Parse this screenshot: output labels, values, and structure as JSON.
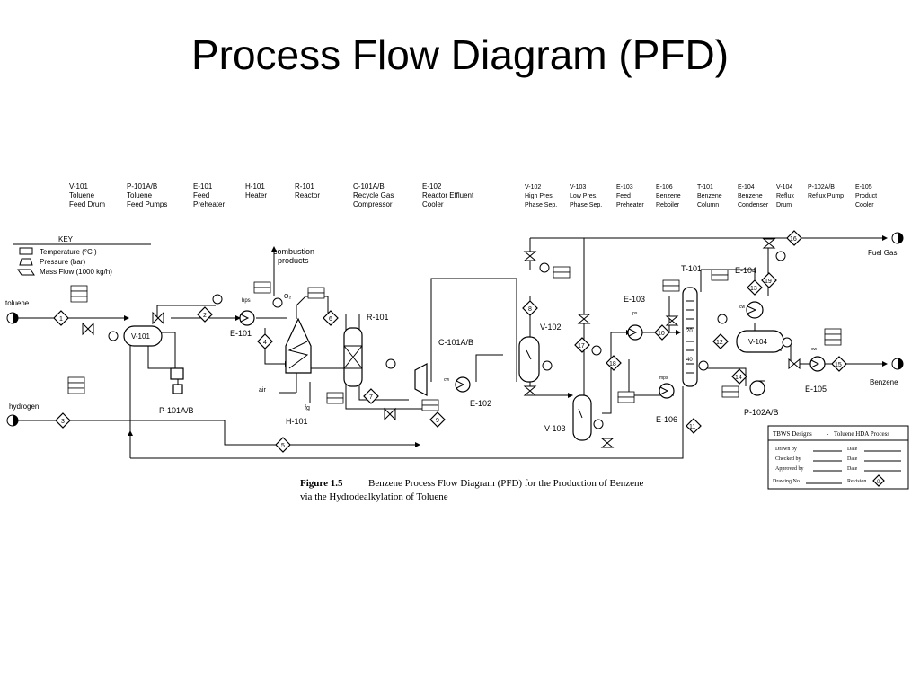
{
  "title": "Process Flow Diagram (PFD)",
  "equipment_left": [
    {
      "tag": "V-101",
      "l1": "Toluene",
      "l2": "Feed Drum"
    },
    {
      "tag": "P-101A/B",
      "l1": "Toluene",
      "l2": "Feed Pumps"
    },
    {
      "tag": "E-101",
      "l1": "Feed",
      "l2": "Preheater"
    },
    {
      "tag": "H-101",
      "l1": "Heater",
      "l2": ""
    },
    {
      "tag": "R-101",
      "l1": "Reactor",
      "l2": ""
    },
    {
      "tag": "C-101A/B",
      "l1": "Recycle Gas",
      "l2": "Compressor"
    },
    {
      "tag": "E-102",
      "l1": "Reactor Effluent",
      "l2": "Cooler"
    }
  ],
  "equipment_right": [
    {
      "tag": "V-102",
      "l1": "High Pres.",
      "l2": "Phase Sep."
    },
    {
      "tag": "V-103",
      "l1": "Low Pres.",
      "l2": "Phase Sep."
    },
    {
      "tag": "E-103",
      "l1": "Feed",
      "l2": "Preheater"
    },
    {
      "tag": "E-106",
      "l1": "Benzene",
      "l2": "Reboiler"
    },
    {
      "tag": "T-101",
      "l1": "Benzene",
      "l2": "Column"
    },
    {
      "tag": "E-104",
      "l1": "Benzene",
      "l2": "Condenser"
    },
    {
      "tag": "V-104",
      "l1": "Reflux",
      "l2": "Drum"
    },
    {
      "tag": "P-102A/B",
      "l1": "Reflux Pump",
      "l2": ""
    },
    {
      "tag": "E-105",
      "l1": "Product",
      "l2": "Cooler"
    }
  ],
  "key": {
    "title": "KEY",
    "temperature": "Temperature (°C )",
    "pressure": "Pressure (bar)",
    "mass_flow": "Mass Flow (1000 kg/h)"
  },
  "labels": {
    "toluene": "toluene",
    "hydrogen": "hydrogen",
    "fuel_gas": "Fuel Gas",
    "benzene": "Benzene",
    "combustion_1": "combustion",
    "combustion_2": "products",
    "air": "air",
    "fg": "fg",
    "o2": "O₂",
    "hps": "hps",
    "mps": "mps",
    "lps": "lps",
    "cw": "cw"
  },
  "equipment_on_diagram": {
    "v101": "V-101",
    "p101": "P-101A/B",
    "e101": "E-101",
    "h101": "H-101",
    "r101": "R-101",
    "c101": "C-101A/B",
    "e102": "E-102",
    "v102": "V-102",
    "v103": "V-103",
    "e103": "E-103",
    "e106": "E-106",
    "t101": "T-101",
    "e104": "E-104",
    "v104": "V-104",
    "p102": "P-102A/B",
    "e105": "E-105"
  },
  "column_trays": {
    "top": "20",
    "bottom": "40"
  },
  "streams": [
    "1",
    "2",
    "3",
    "4",
    "5",
    "6",
    "7",
    "8",
    "9",
    "10",
    "11",
    "12",
    "13",
    "14",
    "15",
    "16",
    "17",
    "18",
    "19"
  ],
  "caption": {
    "figure": "Figure 1.5",
    "line1": "Benzene Process Flow Diagram (PFD) for the Production of Benzene",
    "line2": "via the Hydrodealkylation of Toluene"
  },
  "title_block": {
    "company": "TBWS Designs",
    "dash": "-",
    "project": "Toluene HDA Process",
    "drawn_by": "Drawn by",
    "checked_by": "Checked by",
    "approved_by": "Approved by",
    "drawing_no": "Drawing No.",
    "date": "Date",
    "revision": "Revision",
    "rev_no": "0"
  }
}
